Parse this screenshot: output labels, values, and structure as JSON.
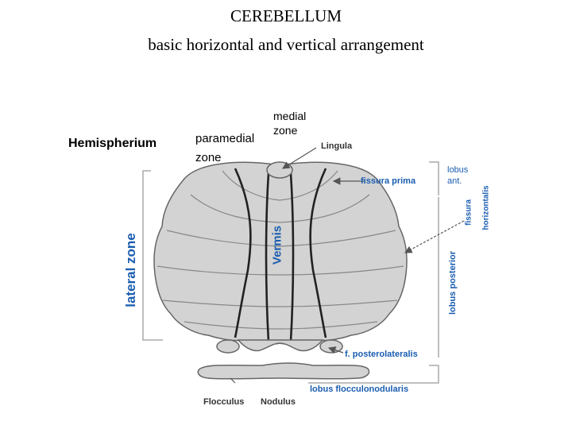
{
  "title": {
    "line1": "CEREBELLUM",
    "line2": "basic horizontal and vertical arrangement"
  },
  "labels": {
    "hemispherium": "Hemispherium",
    "paramedial": "paramedial",
    "paramedial_zone": "zone",
    "medial": "medial",
    "medial_zone": "zone",
    "lateral_zone": "lateral zone",
    "vermis": "Vermis"
  },
  "anatomy": {
    "lingula": "Lingula",
    "lobus_ant_1": "lobus",
    "lobus_ant_2": "ant.",
    "fissura_prima": "fissura prima",
    "fissura_horizontalis_1": "fissura",
    "fissura_horizontalis_2": "horizontalis",
    "lobus_posterior": "lobus posterior",
    "f_posterolateralis": "f. posterolateralis",
    "lobus_flocculonodularis": "lobus flocculonodularis",
    "flocculus": "Flocculus",
    "nodulus": "Nodulus"
  },
  "colors": {
    "tissue_fill": "#d3d3d3",
    "tissue_stroke": "#666666",
    "label_blue": "#1a5db0",
    "bracket_gray": "#aaaaaa"
  }
}
